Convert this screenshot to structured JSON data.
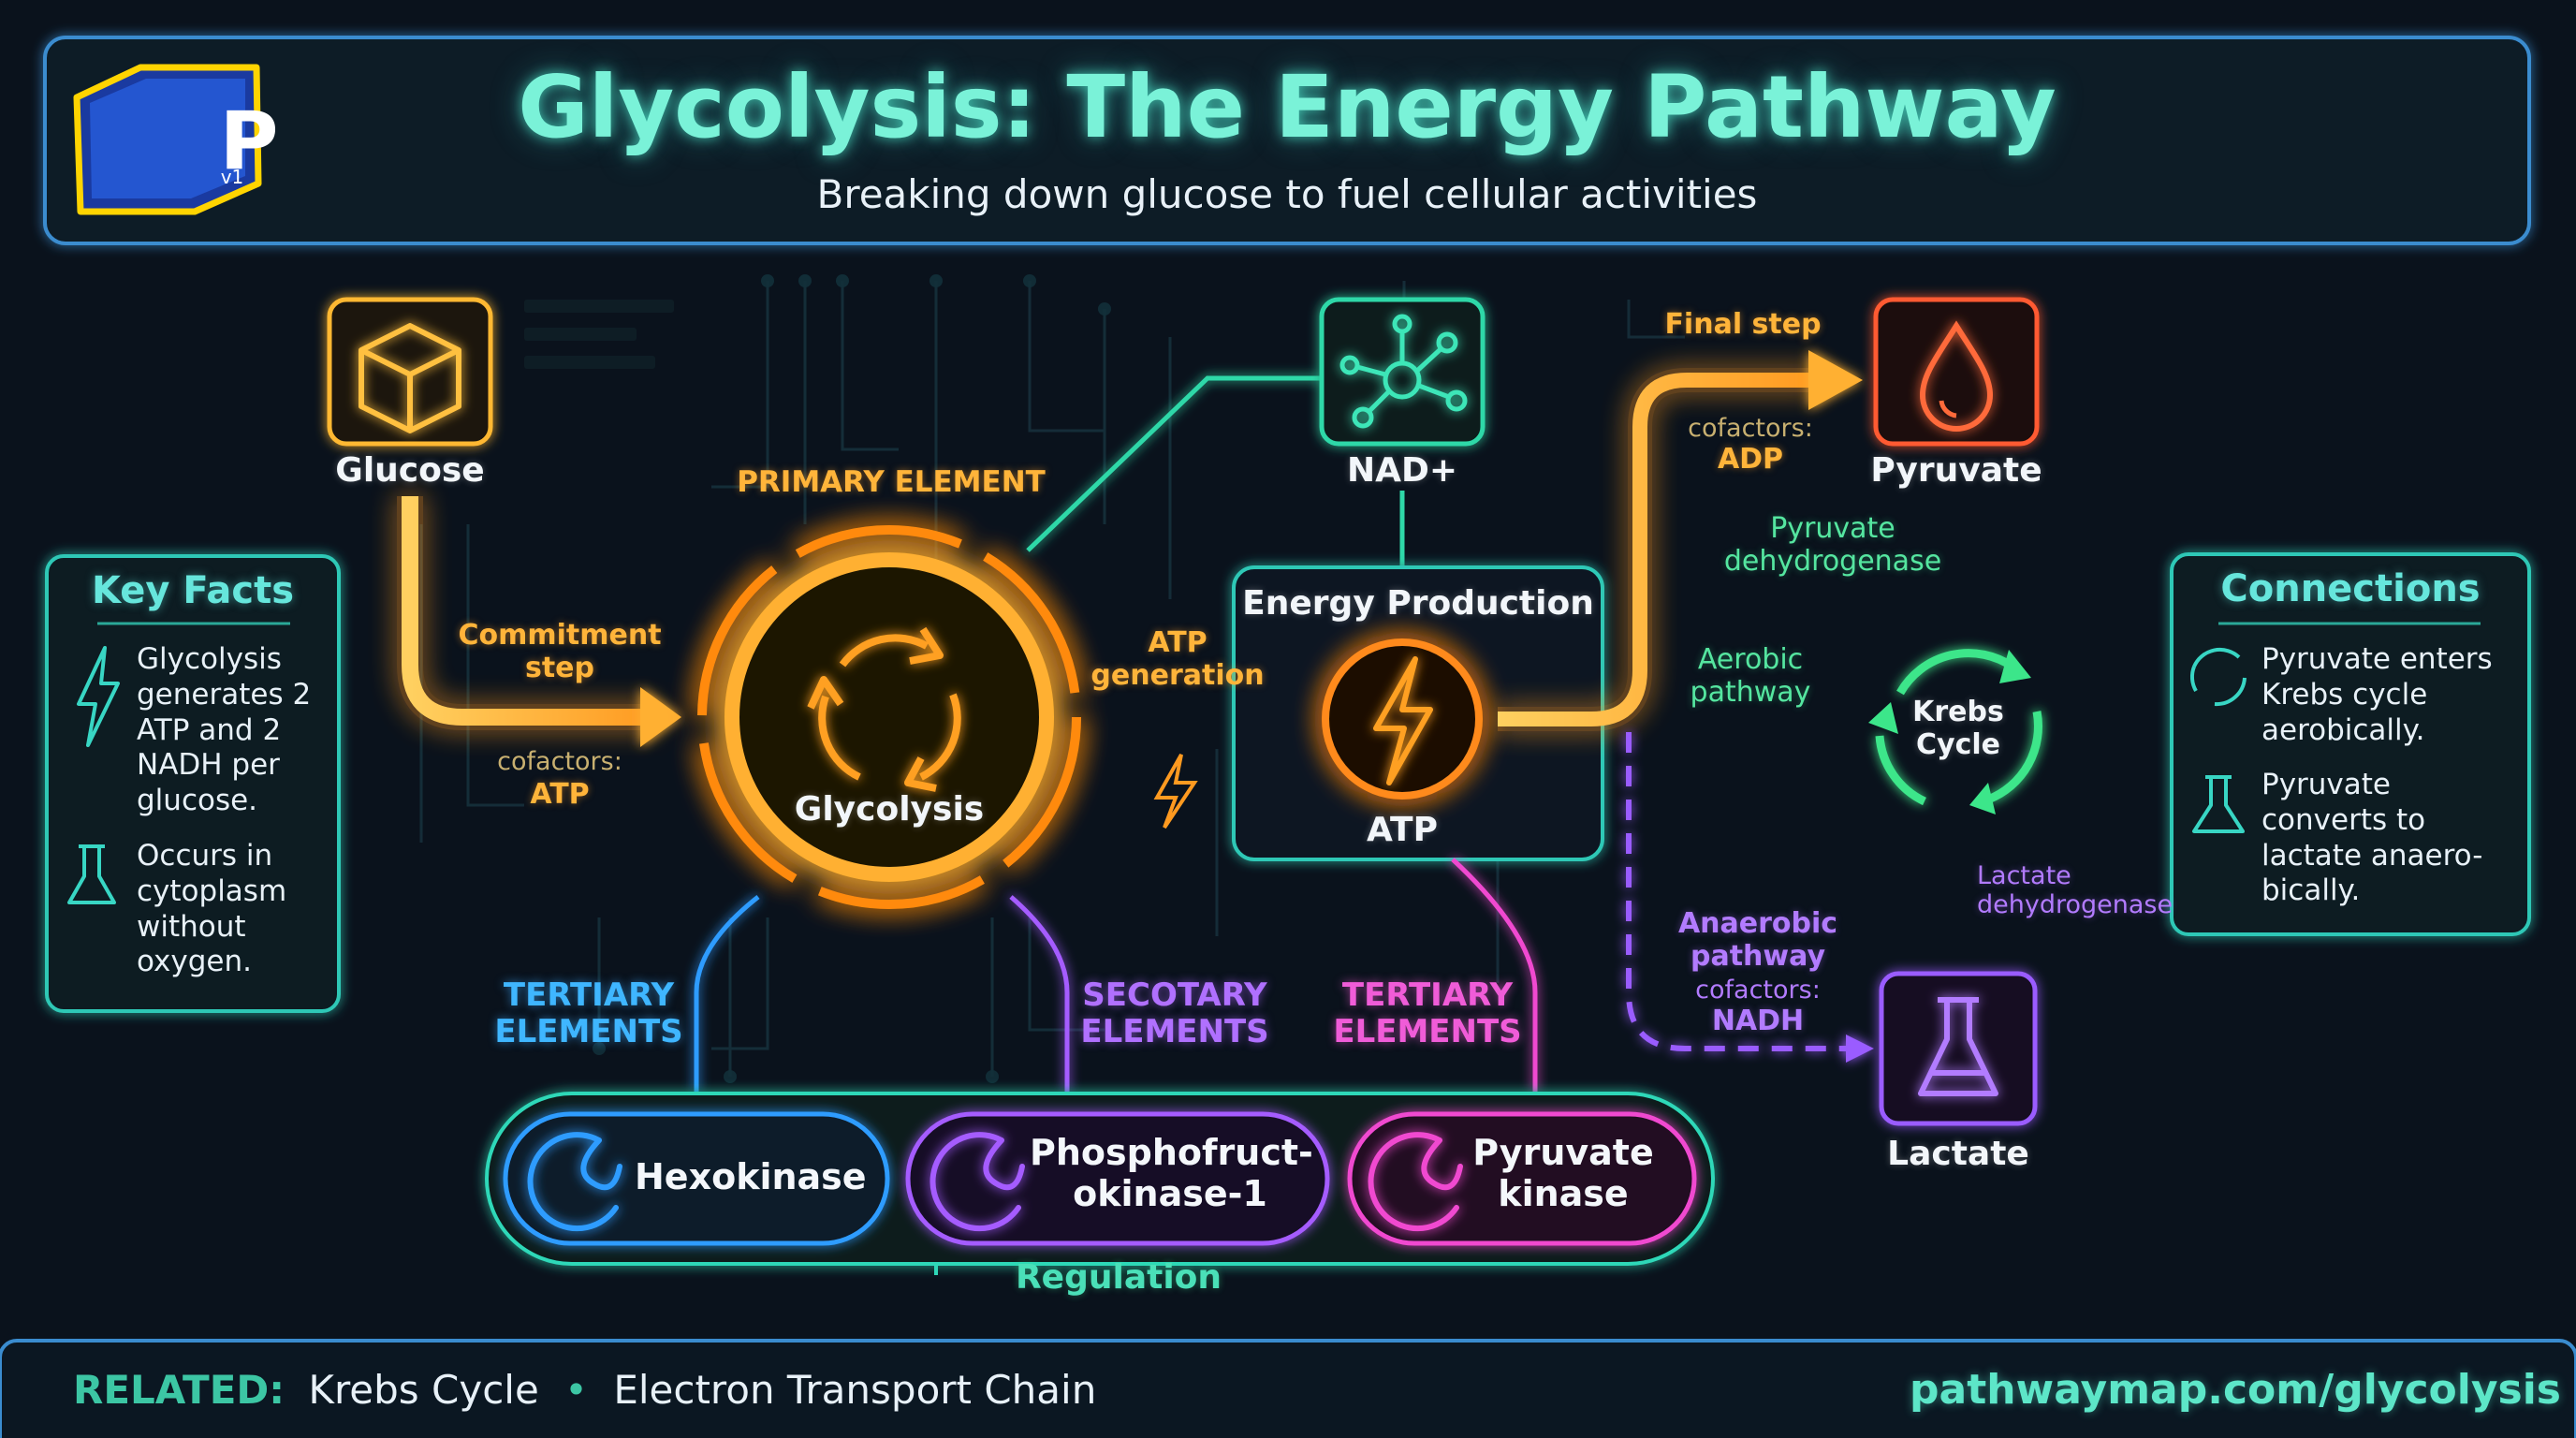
{
  "header": {
    "logo_letter": "P",
    "logo_version": "v1",
    "title": "Glycolysis: The Energy Pathway",
    "subtitle": "Breaking down glucose to fuel cellular activities"
  },
  "key_facts": {
    "title": "Key Facts",
    "items": [
      {
        "icon": "lightning-icon",
        "lines": [
          "Glycolysis",
          "generates 2",
          "ATP and 2",
          "NADH per",
          "glucose."
        ]
      },
      {
        "icon": "flask-icon",
        "lines": [
          "Occurs in",
          "cytoplasm",
          "without",
          "oxygen."
        ]
      }
    ]
  },
  "connections": {
    "title": "Connections",
    "items": [
      {
        "icon": "cycle-icon",
        "lines": [
          "Pyruvate enters",
          "Krebs cycle",
          "aerobically."
        ]
      },
      {
        "icon": "flask-icon",
        "lines": [
          "Pyruvate",
          "converts to",
          "lactate anaero-",
          "bically."
        ]
      }
    ]
  },
  "nodes": {
    "glucose": {
      "label": "Glucose",
      "icon": "cube-icon",
      "color": "#ffb830"
    },
    "glycolysis": {
      "label": "Glycolysis",
      "tag": "PRIMARY ELEMENT",
      "icon": "recycle-icon",
      "color": "#ff9a1a"
    },
    "nad": {
      "label": "NAD+",
      "icon": "molecule-icon",
      "color": "#2fd8a8"
    },
    "energy": {
      "box_label": "Energy Production",
      "label": "ATP",
      "icon": "lightning-icon",
      "color": "#ff8a1a"
    },
    "pyruvate": {
      "label": "Pyruvate",
      "icon": "drop-icon",
      "color": "#ff5a30"
    },
    "krebs": {
      "label_lines": [
        "Krebs",
        "Cycle"
      ],
      "icon": "cycle-icon",
      "color": "#3ce68a"
    },
    "lactate": {
      "label": "Lactate",
      "icon": "flask-icon",
      "color": "#9a5cff"
    }
  },
  "edges": {
    "commitment": {
      "lines": [
        "Commitment",
        "step"
      ],
      "cofactor_label": "cofactors:",
      "cofactor": "ATP"
    },
    "atp_generation": {
      "lines": [
        "ATP",
        "generation"
      ]
    },
    "final_step": {
      "label": "Final step",
      "cofactor_label": "cofactors:",
      "cofactor": "ADP"
    },
    "pyruvate_dh": {
      "lines": [
        "Pyruvate",
        "dehydrogenase"
      ]
    },
    "aerobic": {
      "lines": [
        "Aerobic",
        "pathway"
      ]
    },
    "lactate_dh": {
      "lines": [
        "Lactate",
        "dehydrogenase"
      ]
    },
    "anaerobic": {
      "lines": [
        "Anaerobic",
        "pathway"
      ],
      "cofactor_label": "cofactors:",
      "cofactor": "NADH"
    }
  },
  "elements": {
    "tertiary_left": [
      "TERTIARY",
      "ELEMENTS"
    ],
    "secondary": [
      "SECOTARY",
      "ELEMENTS"
    ],
    "tertiary_right": [
      "TERTIARY",
      "ELEMENTS"
    ]
  },
  "regulation": {
    "label": "Regulation",
    "enzymes": [
      {
        "lines": [
          "Hexokinase"
        ],
        "icon": "enzyme-icon",
        "color": "#2f9cff"
      },
      {
        "lines": [
          "Phosphofruct-",
          "okinase-1"
        ],
        "icon": "enzyme-icon",
        "color": "#a55cff"
      },
      {
        "lines": [
          "Pyruvate",
          "kinase"
        ],
        "icon": "enzyme-icon",
        "color": "#f048d0"
      }
    ]
  },
  "footer": {
    "related_label": "RELATED:",
    "related": [
      "Krebs Cycle",
      "Electron Transport Chain"
    ],
    "url": "pathwaymap.com/glycolysis"
  }
}
